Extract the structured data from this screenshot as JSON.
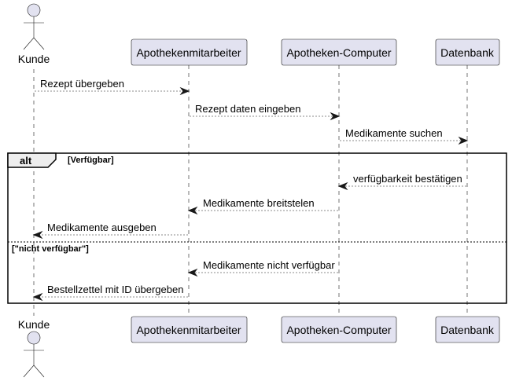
{
  "participants": [
    {
      "id": "kunde",
      "label": "Kunde",
      "kind": "actor"
    },
    {
      "id": "mitarbeiter",
      "label": "Apothekenmitarbeiter",
      "kind": "participant"
    },
    {
      "id": "computer",
      "label": "Apotheken-Computer",
      "kind": "participant"
    },
    {
      "id": "datenbank",
      "label": "Datenbank",
      "kind": "participant"
    }
  ],
  "messages": [
    {
      "from": "kunde",
      "to": "mitarbeiter",
      "label": "Rezept übergeben"
    },
    {
      "from": "mitarbeiter",
      "to": "computer",
      "label": "Rezept daten eingeben"
    },
    {
      "from": "computer",
      "to": "datenbank",
      "label": "Medikamente suchen"
    },
    {
      "from": "datenbank",
      "to": "computer",
      "label": "verfügbarkeit bestätigen"
    },
    {
      "from": "computer",
      "to": "mitarbeiter",
      "label": "Medikamente breitstelen"
    },
    {
      "from": "mitarbeiter",
      "to": "kunde",
      "label": "Medikamente ausgeben"
    },
    {
      "from": "computer",
      "to": "mitarbeiter",
      "label": "Medikamente nicht verfügbar"
    },
    {
      "from": "mitarbeiter",
      "to": "kunde",
      "label": "Bestellzettel mit ID übergeben"
    }
  ],
  "fragment": {
    "keyword": "alt",
    "guard_1": "[Verfügbar]",
    "guard_2": "[\"nicht verfügbar\"]"
  },
  "colors": {
    "participant_fill": "#e2e2f0",
    "line": "#181818",
    "frame_tab": "#eeeeee"
  }
}
